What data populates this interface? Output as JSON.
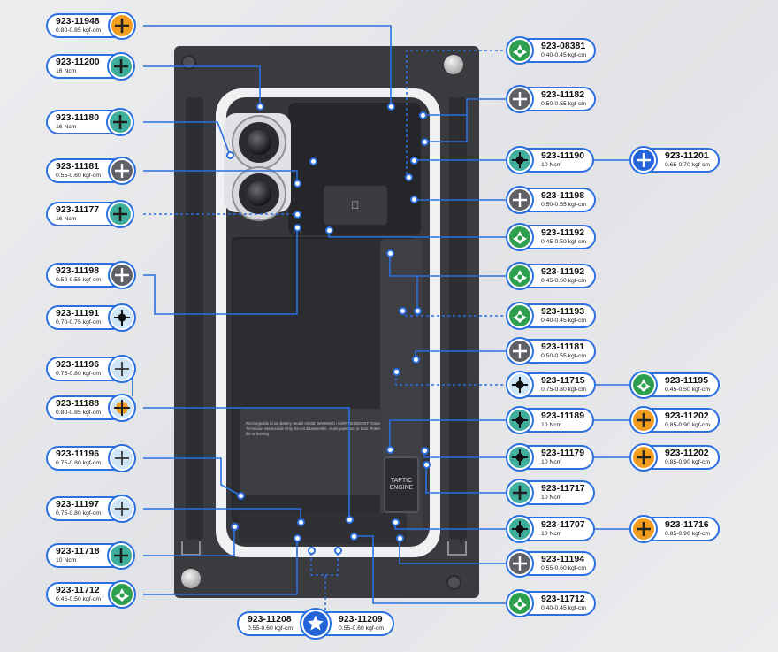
{
  "diagram": {
    "callouts": {
      "c01": {
        "part": "923-11948",
        "torque": "0.80-0.85 kgf-cm",
        "icon": "phillips-orange-icon"
      },
      "c02": {
        "part": "923-11200",
        "torque": "16 Ncm",
        "icon": "phillips-teal-icon"
      },
      "c03": {
        "part": "923-11180",
        "torque": "16 Ncm",
        "icon": "phillips-teal-icon"
      },
      "c04": {
        "part": "923-11181",
        "torque": "0.55-0.60 kgf-cm",
        "icon": "phillips-gray-icon"
      },
      "c05": {
        "part": "923-11177",
        "torque": "16 Ncm",
        "icon": "phillips-teal-icon"
      },
      "c06": {
        "part": "923-11198",
        "torque": "0.50-0.55 kgf-cm",
        "icon": "phillips-gray-icon"
      },
      "c07": {
        "part": "923-11191",
        "torque": "0.70-0.75 kgf-cm",
        "icon": "phillips-lightblue-icon"
      },
      "c08": {
        "part": "923-11196",
        "torque": "0.75-0.80 kgf-cm",
        "icon": "phillips-lightblue-icon"
      },
      "c09": {
        "part": "923-11188",
        "torque": "0.80-0.85 kgf-cm",
        "icon": "phillips-orange-ring-icon"
      },
      "c10": {
        "part": "923-11196",
        "torque": "0.75-0.80 kgf-cm",
        "icon": "phillips-lightblue-icon"
      },
      "c11": {
        "part": "923-11197",
        "torque": "0.75-0.80 kgf-cm",
        "icon": "phillips-lightblue-icon"
      },
      "c12": {
        "part": "923-11718",
        "torque": "10 Ncm",
        "icon": "phillips-teal-icon"
      },
      "c13": {
        "part": "923-11712",
        "torque": "0.45-0.50 kgf-cm",
        "icon": "triwing-green-icon"
      },
      "c14": {
        "part": "923-08381",
        "torque": "0.40-0.45 kgf-cm",
        "icon": "triwing-green-icon"
      },
      "c15": {
        "part": "923-11182",
        "torque": "0.50-0.55 kgf-cm",
        "icon": "phillips-gray-icon"
      },
      "c16": {
        "part": "923-11190",
        "torque": "10 Ncm",
        "icon": "phillips-teal-ring-icon"
      },
      "c17": {
        "part": "923-11201",
        "torque": "0.65-0.70  kgf-cm",
        "icon": "phillips-blue-icon"
      },
      "c18": {
        "part": "923-11198",
        "torque": "0.50-0.55 kgf-cm",
        "icon": "phillips-gray-icon"
      },
      "c19": {
        "part": "923-11192",
        "torque": "0.45-0.50 kgf-cm",
        "icon": "triwing-green-icon"
      },
      "c20": {
        "part": "923-11192",
        "torque": "0.45-0.50 kgf-cm",
        "icon": "triwing-green-icon"
      },
      "c21": {
        "part": "923-11193",
        "torque": "0.40-0.45 kgf-cm",
        "icon": "triwing-green-icon"
      },
      "c22": {
        "part": "923-11181",
        "torque": "0.50-0.55 kgf-cm",
        "icon": "phillips-gray-icon"
      },
      "c23": {
        "part": "923-11715",
        "torque": "0.75-0.80 kgf-cm",
        "icon": "phillips-lightblue-icon"
      },
      "c24": {
        "part": "923-11195",
        "torque": "0.45-0.50 kgf-cm",
        "icon": "triwing-green-icon"
      },
      "c25": {
        "part": "923-11189",
        "torque": "10 Ncm",
        "icon": "phillips-teal-ring-icon"
      },
      "c26": {
        "part": "923-11202",
        "torque": "0.85-0.90 kgf-cm",
        "icon": "phillips-orange-icon"
      },
      "c27": {
        "part": "923-11179",
        "torque": "10 Ncm",
        "icon": "phillips-teal-ring-icon"
      },
      "c28": {
        "part": "923-11202",
        "torque": "0.85-0.90 kgf-cm",
        "icon": "phillips-orange-icon"
      },
      "c29": {
        "part": "923-11717",
        "torque": "10 Ncm",
        "icon": "phillips-teal-icon"
      },
      "c30": {
        "part": "923-11707",
        "torque": "10 Ncm",
        "icon": "phillips-teal-ring-icon"
      },
      "c31": {
        "part": "923-11716",
        "torque": "0.85-0.90 kgf-cm",
        "icon": "phillips-orange-icon"
      },
      "c32": {
        "part": "923-11194",
        "torque": "0.55-0.60 kgf-cm",
        "icon": "phillips-gray-icon"
      },
      "c33": {
        "part": "923-11712",
        "torque": "0.40-0.45 kgf-cm",
        "icon": "triwing-green-icon"
      },
      "c34": {
        "part": "923-11208",
        "torque": "0.55-0.60 kgf-cm",
        "icon": "pentalobe-blue-icon"
      },
      "c35": {
        "part": "923-11209",
        "torque": "0.55-0.60  kgf-cm",
        "icon": "pentalobe-blue-icon"
      }
    },
    "device": {
      "engine_label_line1": "TAPTIC",
      "engine_label_line2": "ENGINE",
      "battery_label": "Rechargeable Li-ion Battery. Model A2636. WARNING / AVERTISSEMENT: Trained Technician Serviceable Only. Do not disassemble, crush, puncture, or burn. Potential for fire or burning."
    },
    "colors": {
      "leader": "#2b6fe0",
      "teal": "#3fae9c",
      "green": "#2d9f4f",
      "orange": "#f29d1f",
      "gray": "#5f6166",
      "lightblue": "#cfe6f7",
      "blue": "#2463d8"
    }
  }
}
